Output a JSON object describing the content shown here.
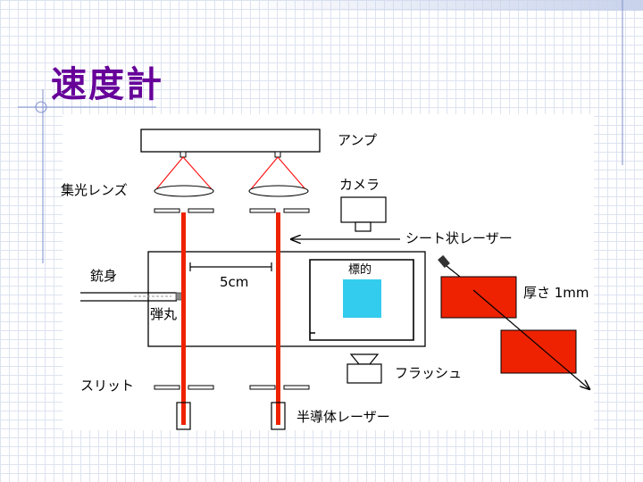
{
  "slide": {
    "title": "速度計"
  },
  "diagram": {
    "labels": {
      "amp": "アンプ",
      "lens": "集光レンズ",
      "camera": "カメラ",
      "sheet_laser": "シート状レーザー",
      "barrel": "銃身",
      "distance": "5cm",
      "target": "標的",
      "bullet": "弾丸",
      "thickness": "厚さ 1mm",
      "slit": "スリット",
      "flash": "フラッシュ",
      "semiconductor_laser": "半導体レーザー"
    },
    "colors": {
      "title": "#660099",
      "laser_beam": "#ee2200",
      "sheet_laser": "#ee2200",
      "target": "#33ccee",
      "lens_rays": "#ff0000"
    }
  }
}
